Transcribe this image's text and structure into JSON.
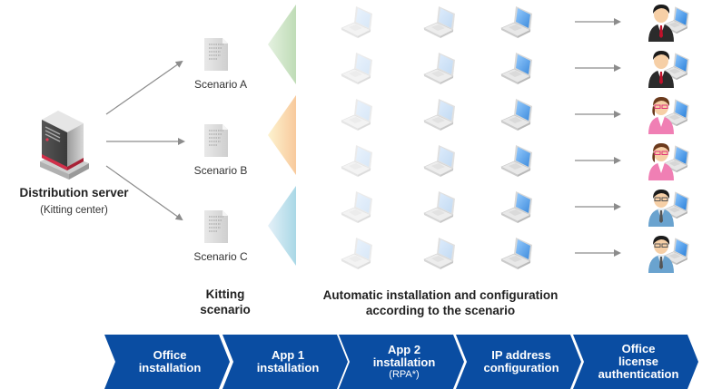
{
  "server": {
    "title": "Distribution server",
    "subtitle": "(Kitting center)",
    "icon": "server-tower-icon"
  },
  "scenarios": [
    {
      "label": "Scenario A",
      "icon": "document-icon",
      "color_light": "#e4f1e0",
      "color_dark": "#bfdcb6"
    },
    {
      "label": "Scenario B",
      "icon": "document-icon",
      "color_light": "#fdf3cf",
      "color_dark": "#f8c99c"
    },
    {
      "label": "Scenario C",
      "icon": "document-icon",
      "color_light": "#e4f0f8",
      "color_dark": "#a9d8e6"
    }
  ],
  "kitting_label": [
    "Kitting",
    "scenario"
  ],
  "auto_label": [
    "Automatic installation and configuration",
    "according to the scenario"
  ],
  "laptop_columns": 4,
  "laptop_rows": 6,
  "users": [
    {
      "type": "businessman",
      "icon": "businessman-laptop-icon"
    },
    {
      "type": "businessman",
      "icon": "businessman-laptop-icon"
    },
    {
      "type": "woman",
      "icon": "woman-laptop-icon"
    },
    {
      "type": "woman",
      "icon": "woman-laptop-icon"
    },
    {
      "type": "worker",
      "icon": "worker-laptop-icon"
    },
    {
      "type": "worker",
      "icon": "worker-laptop-icon"
    }
  ],
  "steps": [
    {
      "lines": [
        "Office",
        "installation"
      ],
      "note": ""
    },
    {
      "lines": [
        "App 1",
        "installation"
      ],
      "note": ""
    },
    {
      "lines": [
        "App 2",
        "installation"
      ],
      "note": "(RPA*)"
    },
    {
      "lines": [
        "IP address",
        "configuration"
      ],
      "note": ""
    },
    {
      "lines": [
        "Office",
        "license",
        "authentication"
      ],
      "note": ""
    }
  ],
  "colors": {
    "step_blue": "#0a4da2",
    "arrow_gray": "#8c8c8c",
    "screen_blue": "#3f8fe0"
  }
}
